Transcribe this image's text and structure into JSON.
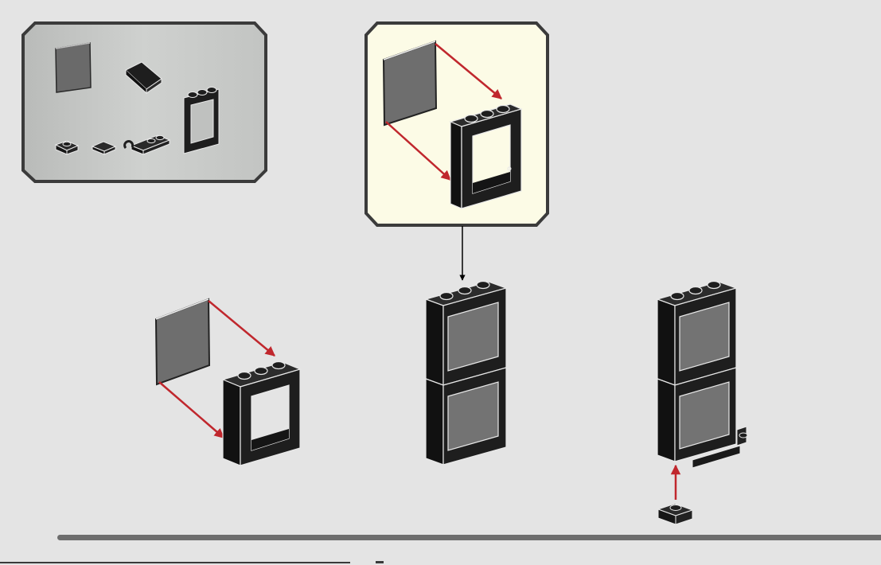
{
  "page": {
    "type": "building-instructions",
    "background_color": "#e4e4e4"
  },
  "parts_callout": {
    "background_color": "#c6c8c6",
    "border_color": "#3b3b3b",
    "parts": [
      {
        "name": "window-glass-panel-icon",
        "color": "#6a6a6a"
      },
      {
        "name": "slope-tile-icon",
        "color": "#1e1e1e"
      },
      {
        "name": "window-frame-icon",
        "color": "#1e1e1e"
      },
      {
        "name": "plate-1x1-icon",
        "color": "#1e1e1e"
      },
      {
        "name": "tile-1x1-icon",
        "color": "#1e1e1e"
      },
      {
        "name": "clip-plate-icon",
        "color": "#1e1e1e"
      }
    ]
  },
  "sub_assembly_callout": {
    "background_color": "#fcfbe6",
    "border_color": "#3b3b3b"
  },
  "steps": [
    {
      "name": "step-attach-glass"
    },
    {
      "name": "step-stack-frames"
    },
    {
      "name": "step-add-base-plate"
    }
  ],
  "colors": {
    "arrow_red": "#c0272d",
    "brick_black": "#1e1e1e",
    "edge_white": "#e8e8e8",
    "glass_gray": "#6e6e6e",
    "divider": "#6d6d6d"
  }
}
